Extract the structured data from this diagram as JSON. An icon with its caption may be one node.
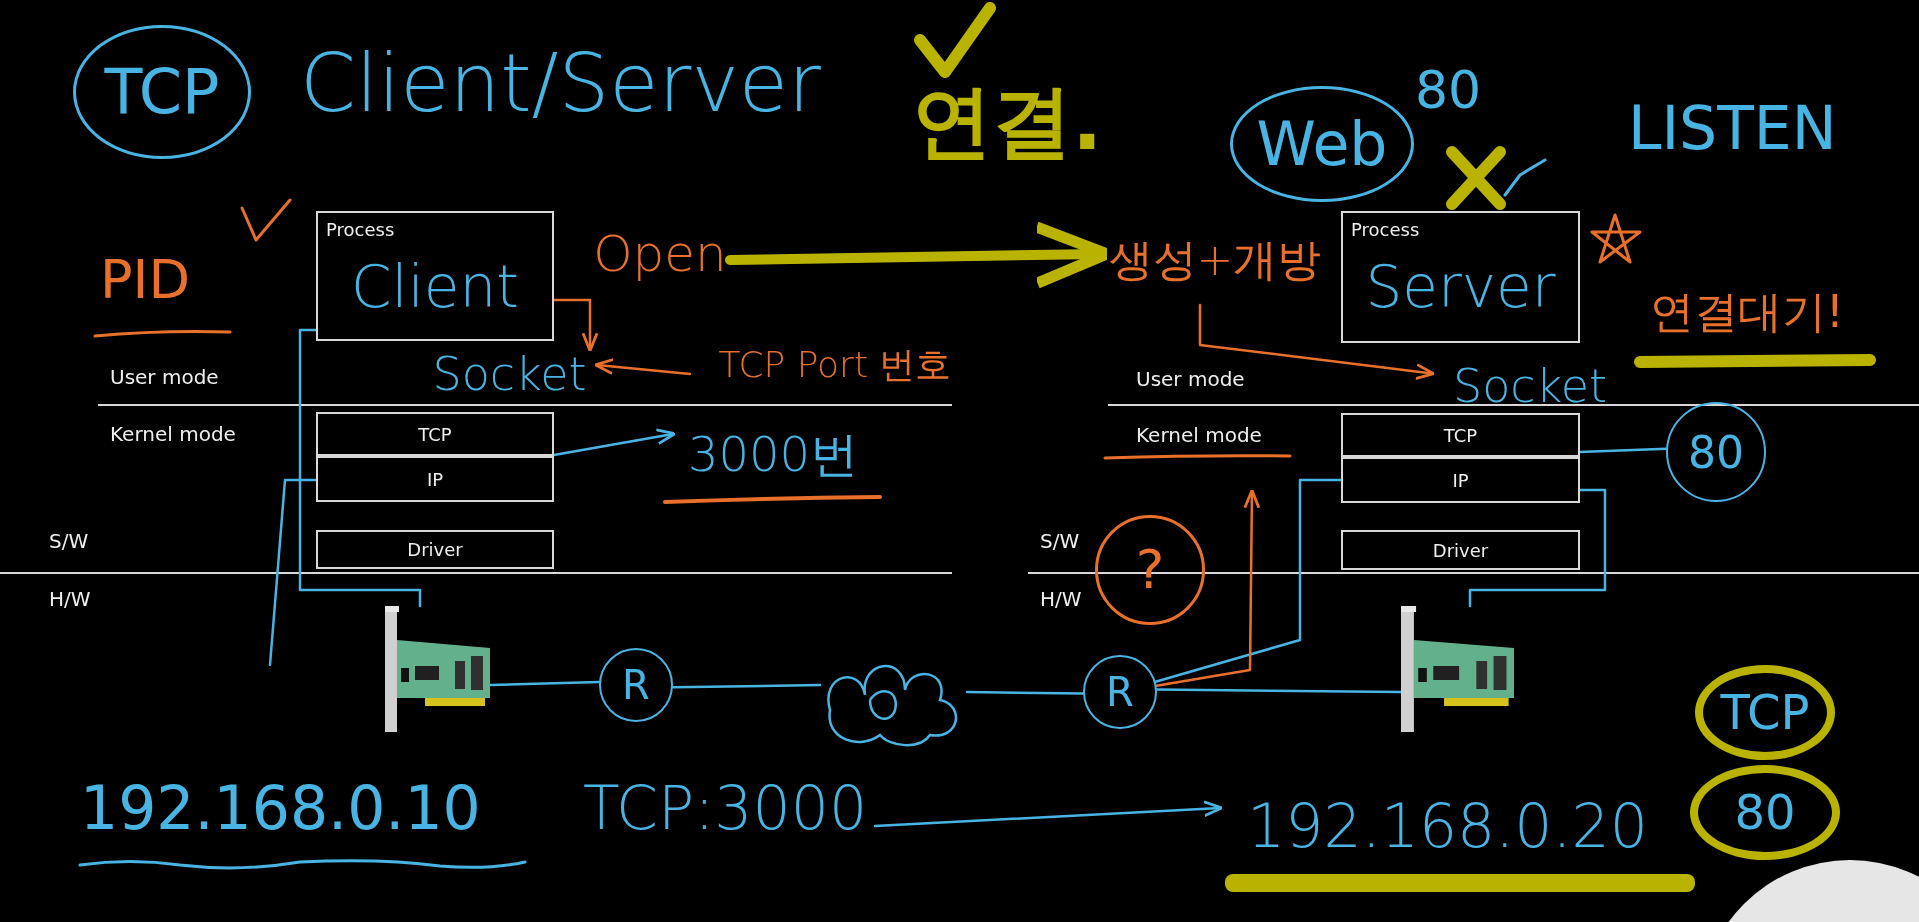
{
  "diagram": {
    "title": "Client/Server",
    "nodes": [
      {
        "text": [
          "Process",
          "Client"
        ]
      },
      {
        "text": [
          "TCP"
        ]
      },
      {
        "text": [
          "IP"
        ]
      },
      {
        "text": [
          "Driver"
        ]
      },
      {
        "text": [],
        "shape": "picture"
      },
      {
        "text": [
          "R"
        ]
      },
      {
        "text": [],
        "shape": "cloud"
      },
      {
        "text": [
          "R"
        ]
      },
      {
        "text": [],
        "shape": "picture"
      },
      {
        "text": [
          "Process",
          "Server"
        ]
      },
      {
        "text": [
          "TCP"
        ]
      },
      {
        "text": [
          "IP"
        ]
      },
      {
        "text": [
          "Driver"
        ]
      },
      {
        "text": [
          "Socket"
        ]
      },
      {
        "text": [
          "TCP Port 번호"
        ]
      },
      {
        "text": [
          "3000번"
        ]
      },
      {
        "text": [
          "Socket"
        ]
      },
      {
        "text": [
          "80"
        ]
      },
      {
        "text": [
          "TCP:3000"
        ]
      },
      {
        "text": [
          "192.168.0.20"
        ]
      },
      {
        "text": [
          "Open"
        ]
      },
      {
        "text": [
          "생성+개방"
        ]
      }
    ],
    "edges": [
      {
        "from": 4,
        "to": 5,
        "arrow": "none"
      },
      {
        "from": 5,
        "to": 6,
        "arrow": "none"
      },
      {
        "from": 6,
        "to": 7,
        "arrow": "none"
      },
      {
        "from": 7,
        "to": 8,
        "arrow": "none"
      },
      {
        "from": 0,
        "to": 4,
        "arrow": "none"
      },
      {
        "from": 11,
        "to": 8,
        "arrow": "none"
      },
      {
        "from": 7,
        "to": 11,
        "arrow": "none"
      },
      {
        "from": 14,
        "to": 13,
        "arrow": "to",
        "color": "#e8702a"
      },
      {
        "from": 1,
        "to": 15,
        "arrow": "to"
      },
      {
        "from": 10,
        "to": 17,
        "arrow": "none"
      },
      {
        "from": 20,
        "to": 21,
        "arrow": "to",
        "style": "thick",
        "color": "#b9b300"
      },
      {
        "from": 18,
        "to": 19,
        "arrow": "to"
      },
      {
        "from": 7,
        "to": null,
        "arrow": "to",
        "color": "#e8702a"
      },
      {
        "from": 0,
        "to": 13,
        "arrow": "to",
        "color": "#e8702a"
      },
      {
        "from": 21,
        "to": 16,
        "arrow": "to",
        "color": "#e8702a"
      },
      {
        "from": null,
        "to": 2,
        "arrow": "none"
      }
    ],
    "labels": [
      "TCP",
      "연결.",
      "Web",
      "80",
      "LISTEN",
      "PID",
      "연결대기!",
      "User mode",
      "Kernel mode",
      "S/W",
      "H/W",
      "User mode",
      "Kernel mode",
      "S/W",
      "H/W",
      "?",
      "192.168.0.10",
      "TCP",
      "80"
    ]
  }
}
